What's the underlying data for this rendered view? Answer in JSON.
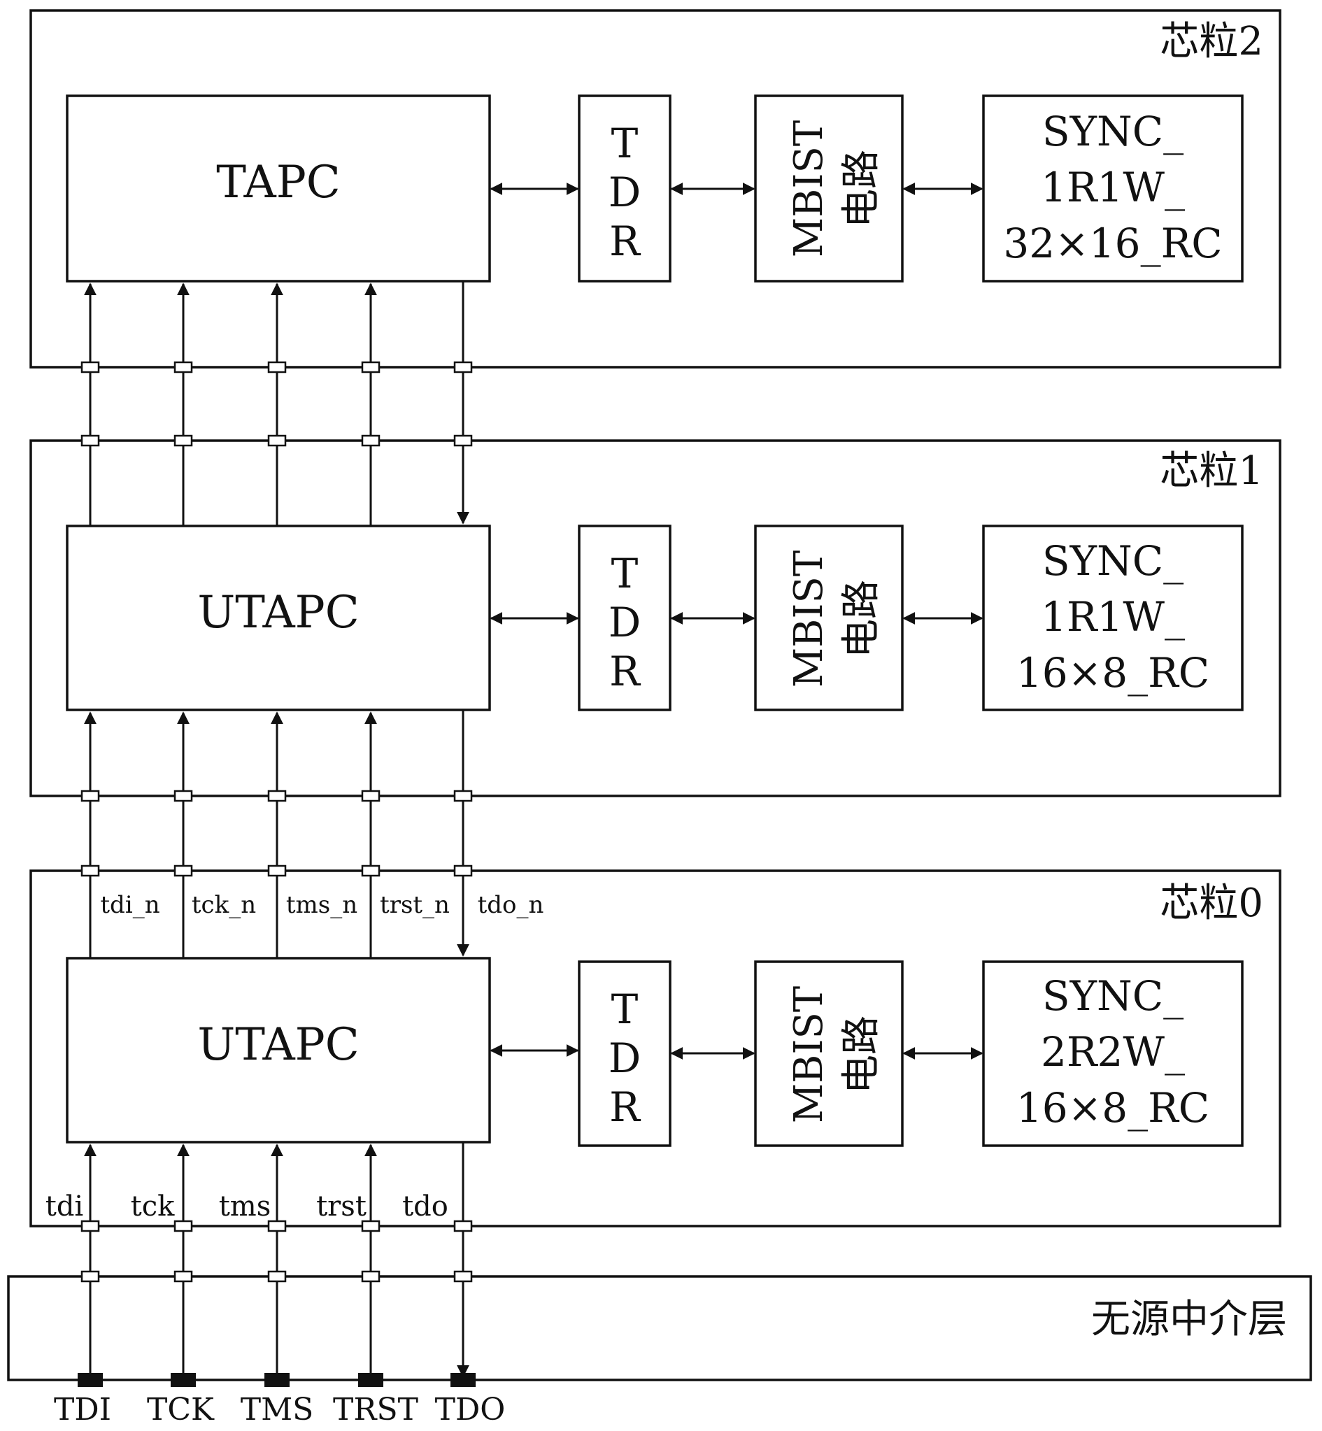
{
  "chiplets": [
    {
      "label": "芯粒2",
      "controller": "TAPC",
      "tdr": [
        "T",
        "D",
        "R"
      ],
      "mbist": [
        "MBIST",
        "电路"
      ],
      "memory": [
        "SYNC_",
        "1R1W_",
        "32×16_RC"
      ]
    },
    {
      "label": "芯粒1",
      "controller": "UTAPC",
      "tdr": [
        "T",
        "D",
        "R"
      ],
      "mbist": [
        "MBIST",
        "电路"
      ],
      "memory": [
        "SYNC_",
        "1R1W_",
        "16×8_RC"
      ]
    },
    {
      "label": "芯粒0",
      "controller": "UTAPC",
      "tdr": [
        "T",
        "D",
        "R"
      ],
      "mbist": [
        "MBIST",
        "电路"
      ],
      "memory": [
        "SYNC_",
        "2R2W_",
        "16×8_RC"
      ]
    }
  ],
  "interposer": {
    "label": "无源中介层"
  },
  "internal_signals": [
    "tdi_n",
    "tck_n",
    "tms_n",
    "trst_n",
    "tdo_n"
  ],
  "chip_signals": [
    "tdi",
    "tck",
    "tms",
    "trst",
    "tdo"
  ],
  "package_pins": [
    "TDI",
    "TCK",
    "TMS",
    "TRST",
    "TDO"
  ]
}
